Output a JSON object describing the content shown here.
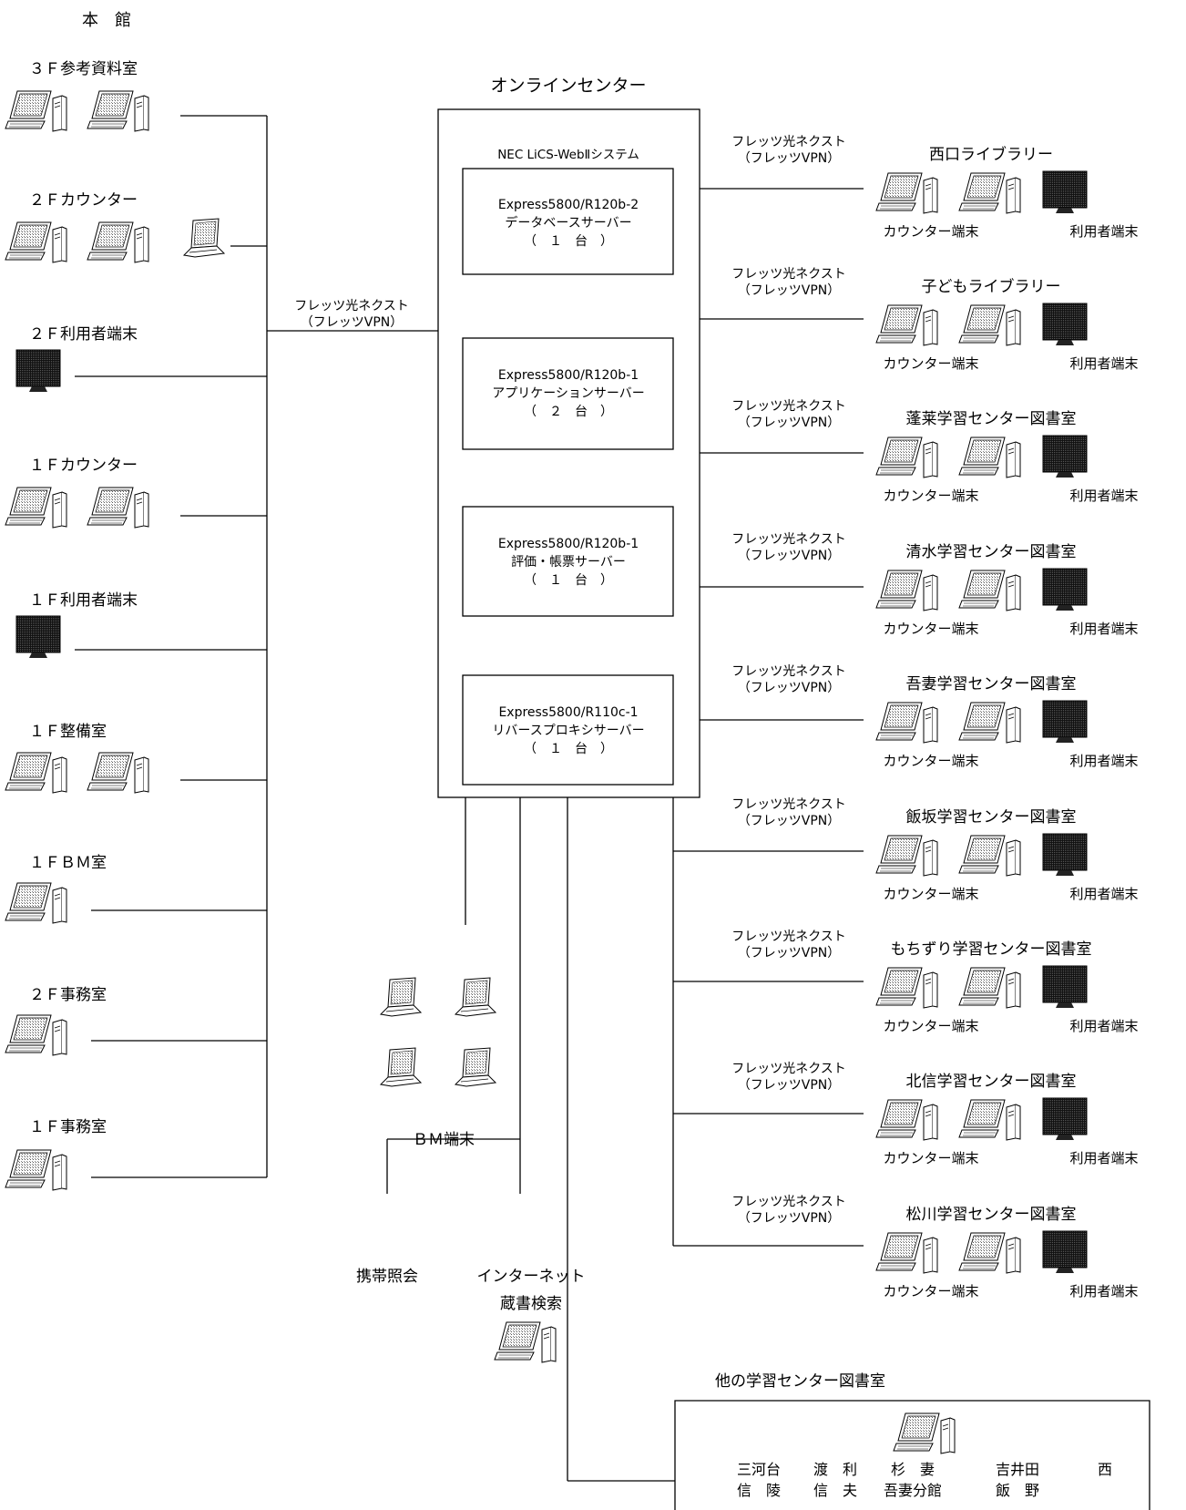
{
  "main_building": {
    "title": "本　館",
    "rooms": [
      {
        "label": "３Ｆ参考資料室",
        "devices": [
          "desktop-pc",
          "desktop-pc"
        ]
      },
      {
        "label": "２Ｆカウンター",
        "devices": [
          "desktop-pc",
          "desktop-pc",
          "laptop"
        ]
      },
      {
        "label": "２Ｆ利用者端末",
        "devices": [
          "monitor"
        ]
      },
      {
        "label": "１Ｆカウンター",
        "devices": [
          "desktop-pc",
          "desktop-pc"
        ]
      },
      {
        "label": "１Ｆ利用者端末",
        "devices": [
          "monitor"
        ]
      },
      {
        "label": "１Ｆ整備室",
        "devices": [
          "desktop-pc",
          "desktop-pc"
        ]
      },
      {
        "label": "１ＦＢＭ室",
        "devices": [
          "desktop-pc"
        ]
      },
      {
        "label": "２Ｆ事務室",
        "devices": [
          "desktop-pc"
        ]
      },
      {
        "label": "１Ｆ事務室",
        "devices": [
          "desktop-pc"
        ]
      }
    ],
    "link_label": [
      "フレッツ光ネクスト",
      "（フレッツVPN）"
    ]
  },
  "center": {
    "title": "オンラインセンター",
    "system": "NEC LiCS-WebⅡシステム",
    "servers": [
      {
        "model": "Express5800/R120b-2",
        "role": "データベースサーバー",
        "count": "（　１　台　）"
      },
      {
        "model": "Express5800/R120b-1",
        "role": "アプリケーションサーバー",
        "count": "（　２　台　）"
      },
      {
        "model": "Express5800/R120b-1",
        "role": "評価・帳票サーバー",
        "count": "（　１　台　）"
      },
      {
        "model": "Express5800/R110c-1",
        "role": "リバースプロキシサーバー",
        "count": "（　１　台　）"
      }
    ]
  },
  "branches": {
    "link_label": [
      "フレッツ光ネクスト",
      "（フレッツVPN）"
    ],
    "counter_label": "カウンター端末",
    "user_label": "利用者端末",
    "items": [
      {
        "name": "西口ライブラリー"
      },
      {
        "name": "子どもライブラリー"
      },
      {
        "name": "蓬莱学習センター図書室"
      },
      {
        "name": "清水学習センター図書室"
      },
      {
        "name": "吾妻学習センター図書室"
      },
      {
        "name": "飯坂学習センター図書室"
      },
      {
        "name": "もちずり学習センター図書室"
      },
      {
        "name": "北信学習センター図書室"
      },
      {
        "name": "松川学習センター図書室"
      }
    ]
  },
  "bm": {
    "label": "ＢＭ端末"
  },
  "mobile": {
    "label": "携帯照会"
  },
  "internet": {
    "line1": "インターネット",
    "line2": "蔵書検索"
  },
  "others": {
    "title": "他の学習センター図書室",
    "row1": [
      "三河台",
      "渡　利",
      "杉　妻",
      "吉井田",
      "西"
    ],
    "row2": [
      "信　陵",
      "信　夫",
      "吾妻分館",
      "飯　野"
    ]
  }
}
